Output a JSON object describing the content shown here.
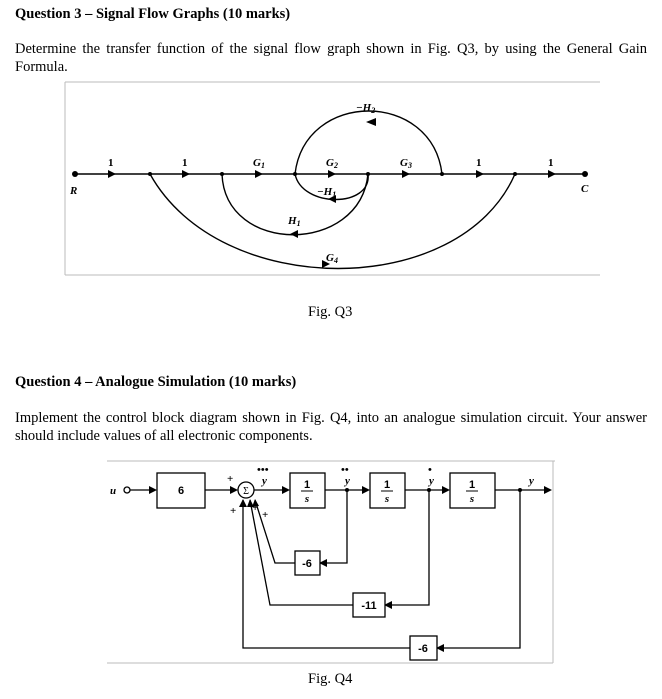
{
  "q3": {
    "title": "Question 3 – Signal Flow Graphs (10 marks)",
    "body": "Determine the transfer function of the signal flow graph shown in Fig. Q3, by using the General Gain Formula.",
    "caption": "Fig. Q3",
    "labels": {
      "R": "R",
      "C": "C",
      "one_a": "1",
      "one_b": "1",
      "one_c": "1",
      "one_d": "1",
      "G1": "G",
      "G1_sub": "1",
      "G2": "G",
      "G2_sub": "2",
      "G3": "G",
      "G3_sub": "3",
      "G4": "G",
      "G4_sub": "4",
      "H1": "H",
      "H1_sub": "1",
      "negH1": "−H",
      "negH1_sub": "1",
      "negH2": "−H",
      "negH2_sub": "2"
    }
  },
  "q4": {
    "title": "Question 4 – Analogue Simulation (10 marks)",
    "body": "Implement the control block diagram shown in Fig. Q4, into an analogue simulation circuit. Your answer should include values of all electronic components.",
    "caption": "Fig. Q4",
    "labels": {
      "u": "u",
      "gain6": "6",
      "sigma": "Σ",
      "plus_top": "+",
      "plus_left": "+",
      "plus_mid": "+",
      "plus_right": "+",
      "int_num": "1",
      "int_den": "s",
      "fb1": "-6",
      "fb2": "-11",
      "fb3": "-6",
      "y": "y",
      "dots3": "•••",
      "dots2": "••",
      "dots1": "•"
    }
  }
}
